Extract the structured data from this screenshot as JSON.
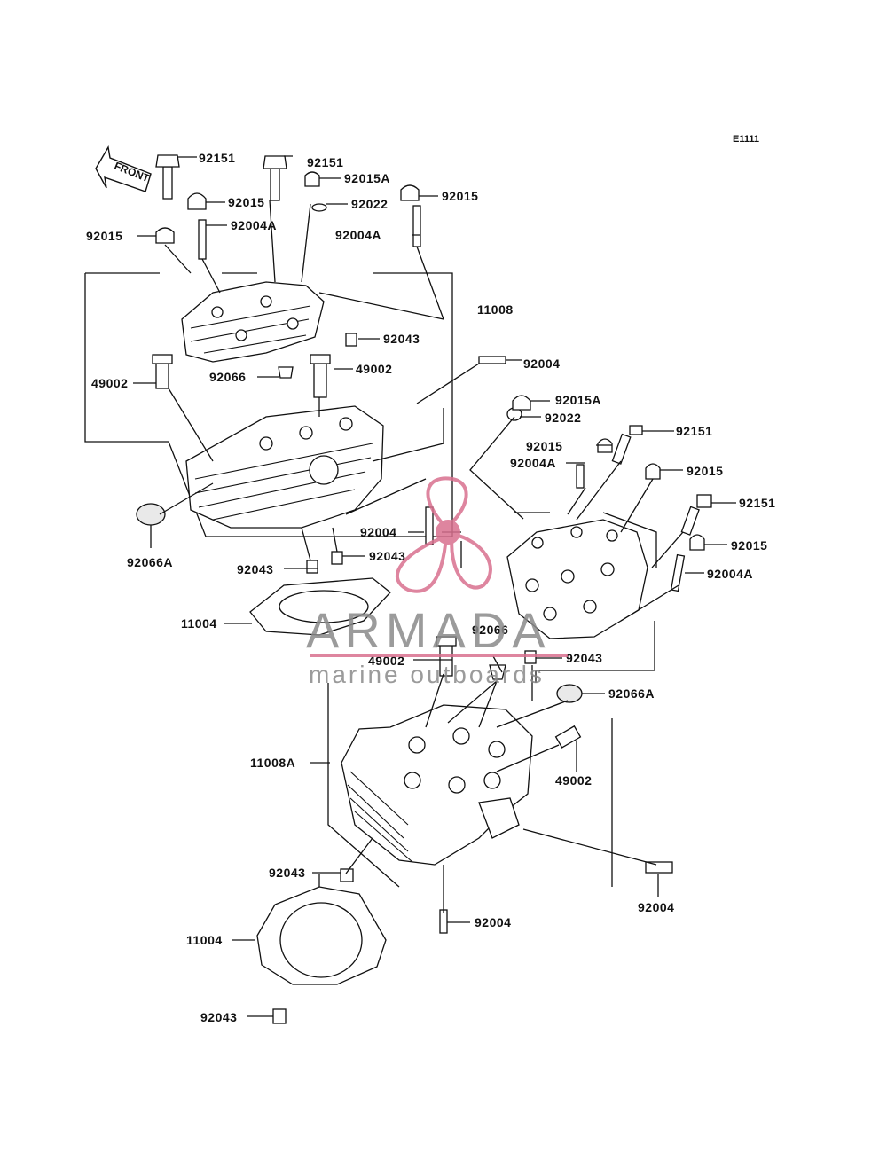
{
  "diagram": {
    "code": "E1111",
    "front_label": "FRONT",
    "watermark": {
      "title": "ARMADA",
      "subtitle": "marine outboards",
      "color": "#d9708f"
    },
    "labels": [
      "92151",
      "92151",
      "92015A",
      "92015",
      "92022",
      "92015",
      "92004A",
      "92015",
      "92004A",
      "11008",
      "92043",
      "92004",
      "49002",
      "92066",
      "49002",
      "92015A",
      "92022",
      "92151",
      "92015",
      "92004A",
      "92015",
      "92151",
      "92015",
      "92004",
      "92004A",
      "92043",
      "92066A",
      "92043",
      "11004",
      "92066",
      "92043",
      "49002",
      "92066A",
      "49002",
      "11008A",
      "92043",
      "92004",
      "11004",
      "92004",
      "92043"
    ]
  }
}
